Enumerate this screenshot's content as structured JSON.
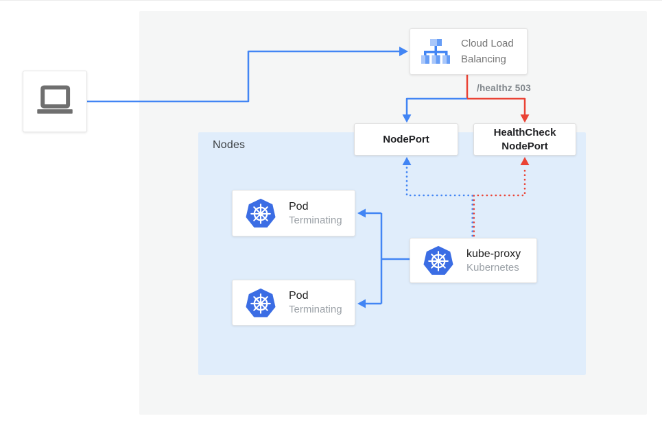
{
  "diagram": {
    "title_context": "Kubernetes load-balancer health-check diagram",
    "region_panel": {
      "background": "#f5f6f6"
    },
    "nodes_group": {
      "label": "Nodes",
      "background": "#e0edfb"
    },
    "client": {
      "icon": "laptop-icon"
    },
    "cloud_load_balancing": {
      "label": "Cloud Load Balancing",
      "icon": "load-balancer-icon"
    },
    "nodeport": {
      "label": "NodePort"
    },
    "healthcheck_nodeport": {
      "label": "HealthCheck NodePort"
    },
    "pods": [
      {
        "title": "Pod",
        "status": "Terminating",
        "icon": "kubernetes-icon"
      },
      {
        "title": "Pod",
        "status": "Terminating",
        "icon": "kubernetes-icon"
      }
    ],
    "kube_proxy": {
      "title": "kube-proxy",
      "subtitle": "Kubernetes",
      "icon": "kubernetes-icon"
    },
    "edges": [
      {
        "from": "client",
        "to": "cloud-load-balancing",
        "style": "solid",
        "color": "blue"
      },
      {
        "from": "cloud-load-balancing",
        "to": "nodeport",
        "style": "solid",
        "color": "blue"
      },
      {
        "from": "cloud-load-balancing",
        "to": "healthcheck-nodeport",
        "style": "solid",
        "color": "red",
        "label": "/healthz 503"
      },
      {
        "from": "kube-proxy",
        "to": "nodeport",
        "style": "dotted",
        "color": "blue"
      },
      {
        "from": "kube-proxy",
        "to": "healthcheck-nodeport",
        "style": "dotted",
        "color": "red"
      },
      {
        "from": "kube-proxy",
        "to": "pod-1",
        "style": "solid",
        "color": "blue"
      },
      {
        "from": "kube-proxy",
        "to": "pod-2",
        "style": "solid",
        "color": "blue"
      }
    ],
    "colors": {
      "blue": "#4285f4",
      "red": "#ea4335",
      "kubernetes_blue": "#3b6de4",
      "panel_gray": "#f5f6f6",
      "nodes_blue": "#e0edfb",
      "text_dark": "#202124",
      "text_gray": "#757575",
      "text_muted": "#9aa0a6"
    }
  }
}
